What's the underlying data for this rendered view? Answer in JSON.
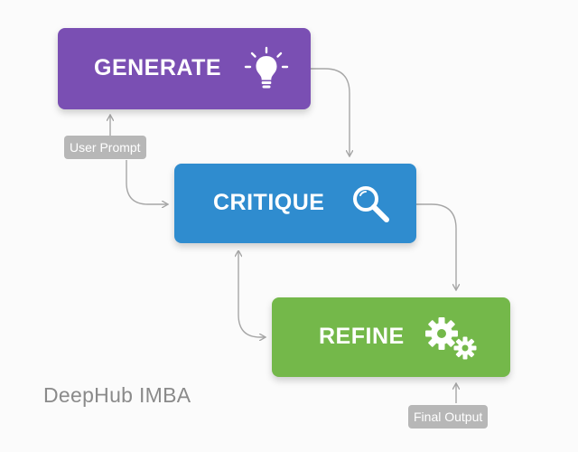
{
  "diagram": {
    "steps": [
      {
        "id": "generate",
        "label": "GENERATE",
        "color": "#7a4fb3",
        "icon": "lightbulb-icon"
      },
      {
        "id": "critique",
        "label": "CRITIQUE",
        "color": "#2f8ccf",
        "icon": "magnifier-icon"
      },
      {
        "id": "refine",
        "label": "REFINE",
        "color": "#74b84a",
        "icon": "gears-icon"
      }
    ],
    "input_label": "User Prompt",
    "output_label": "Final Output",
    "watermark": "DeepHub IMBA"
  },
  "colors": {
    "connector": "#a6a6a6",
    "tag_background": "#b7b7b7",
    "watermark": "#8a8a8a"
  }
}
